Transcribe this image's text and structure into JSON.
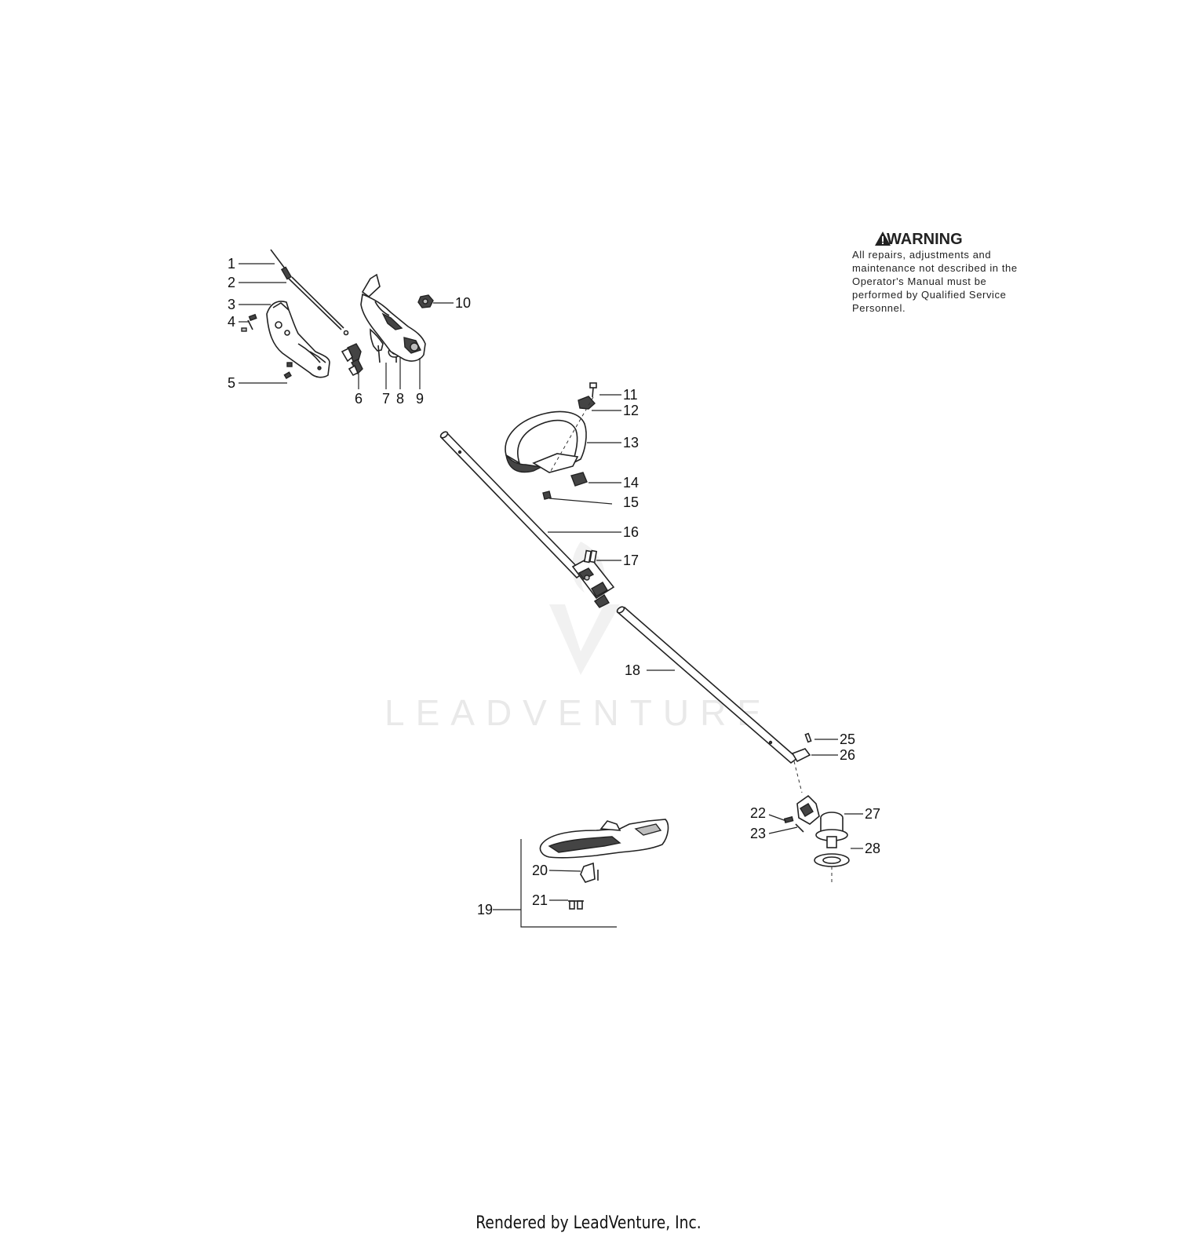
{
  "warning": {
    "title": "WARNING",
    "text": "All repairs, adjustments and maintenance not described in the Operator's Manual must be performed by Qualified Service Personnel."
  },
  "watermark": {
    "text": "LEADVENTURE"
  },
  "footer": {
    "text": "Rendered by LeadVenture, Inc."
  },
  "callouts": [
    "1",
    "2",
    "3",
    "4",
    "5",
    "6",
    "7",
    "8",
    "9",
    "10",
    "11",
    "12",
    "13",
    "14",
    "15",
    "16",
    "17",
    "18",
    "19",
    "20",
    "21",
    "22",
    "23",
    "25",
    "26",
    "27",
    "28"
  ],
  "icons": {
    "warning": "warning-triangle-icon",
    "watermark": "leadventure-logo-icon"
  },
  "colors": {
    "line": "#222222",
    "watermark": "#e9e9e9"
  }
}
